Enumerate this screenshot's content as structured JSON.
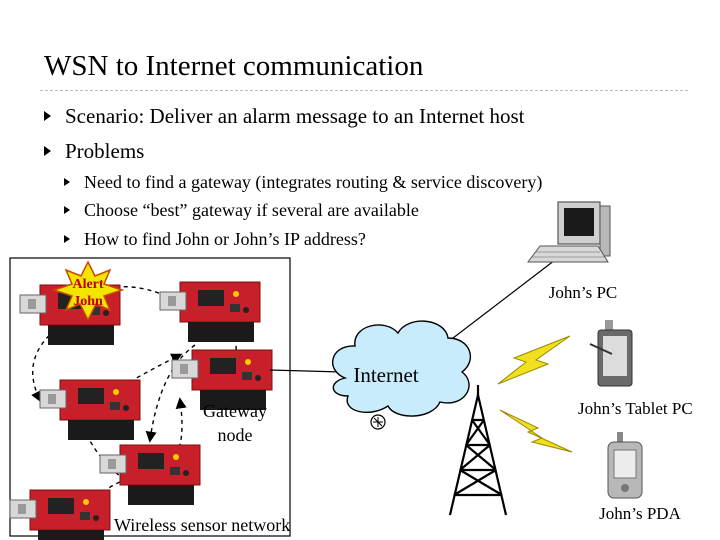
{
  "title": "WSN to Internet communication",
  "bullets": [
    {
      "text": "Scenario: Deliver an alarm message to an Internet host"
    },
    {
      "text": "Problems",
      "sub": [
        {
          "text": "Need to find a gateway (integrates routing & service discovery)"
        },
        {
          "text": "Choose “best” gateway if several are available"
        },
        {
          "text": "How to find John or John’s IP address?"
        }
      ]
    }
  ],
  "diagram": {
    "alert_line1": "Alert",
    "alert_line2": "John",
    "gateway_line1": "Gateway",
    "gateway_line2": "node",
    "wsn_label": "Wireless sensor network",
    "internet_label": "Internet",
    "pc_label": "John’s PC",
    "tablet_label": "John’s Tablet PC",
    "pda_label": "John’s PDA"
  },
  "colors": {
    "burst": "#f2e600",
    "board": "#c8202a",
    "bolt": "#f0e020"
  },
  "icons": [
    "starburst-icon",
    "sensor-node-icon",
    "cloud-icon",
    "router-icon",
    "radio-tower-icon",
    "desktop-pc-icon",
    "tablet-pc-icon",
    "pda-icon",
    "lightning-icon"
  ]
}
